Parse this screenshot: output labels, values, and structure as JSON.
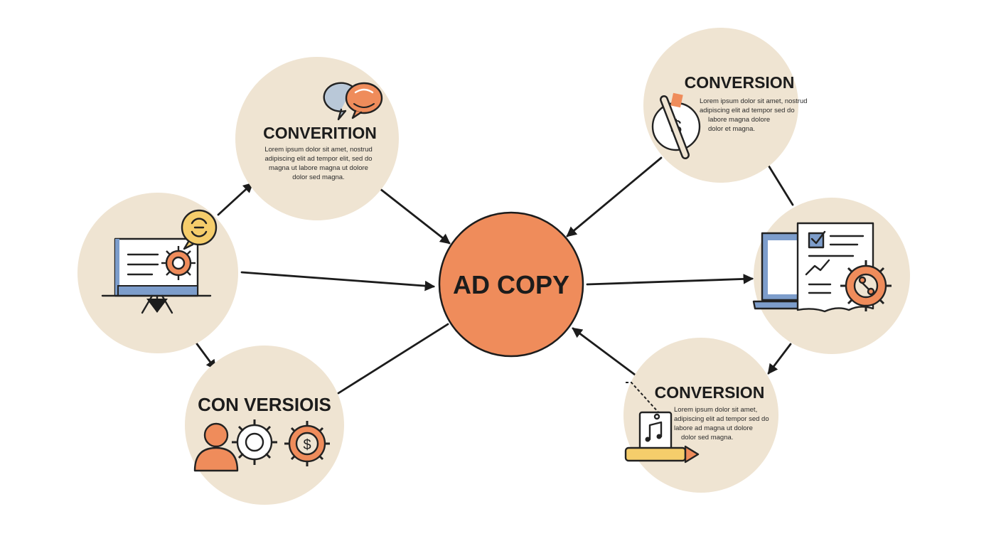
{
  "diagram": {
    "center": {
      "label": "AD COPY",
      "color": "#ef8c5b"
    },
    "node_color": "#efe4d2",
    "nodes": [
      {
        "id": "top-left",
        "title": "CONVERITION",
        "body": [
          "Lorem ipsum dolor sit amet, nostrud",
          "adipiscing elit ad tempor elit, sed do",
          "magna ut labore magna ut dolore",
          "dolor sed magna."
        ],
        "icon": "speech-bubbles-icon"
      },
      {
        "id": "left",
        "title": "",
        "body": [],
        "icon": "presentation-screen-icon"
      },
      {
        "id": "bottom-left",
        "title": "CON VERSIOIS",
        "body": [],
        "icon": "person-gears-icon"
      },
      {
        "id": "top-right",
        "title": "CONVERSION",
        "body": [
          "Lorem ipsum dolor sit amet, nostrud",
          "adipiscing elit ad tempor sed do",
          "labore magna dolore",
          "dolor et magna."
        ],
        "icon": "dollar-tag-icon"
      },
      {
        "id": "right",
        "title": "",
        "body": [],
        "icon": "laptop-report-gear-icon"
      },
      {
        "id": "bottom-right",
        "title": "CONVERSION",
        "body": [
          "Lorem ipsum dolor sit amet,",
          "adipiscing elit ad tempor sed do",
          "labore ad magna ut dolore",
          "dolor sed magna."
        ],
        "icon": "music-tag-pencil-icon"
      }
    ]
  },
  "colors": {
    "orange": "#ef8c5b",
    "blue": "#7d9dcb",
    "yellow": "#f5cd6b",
    "ink": "#1c1c1c"
  }
}
